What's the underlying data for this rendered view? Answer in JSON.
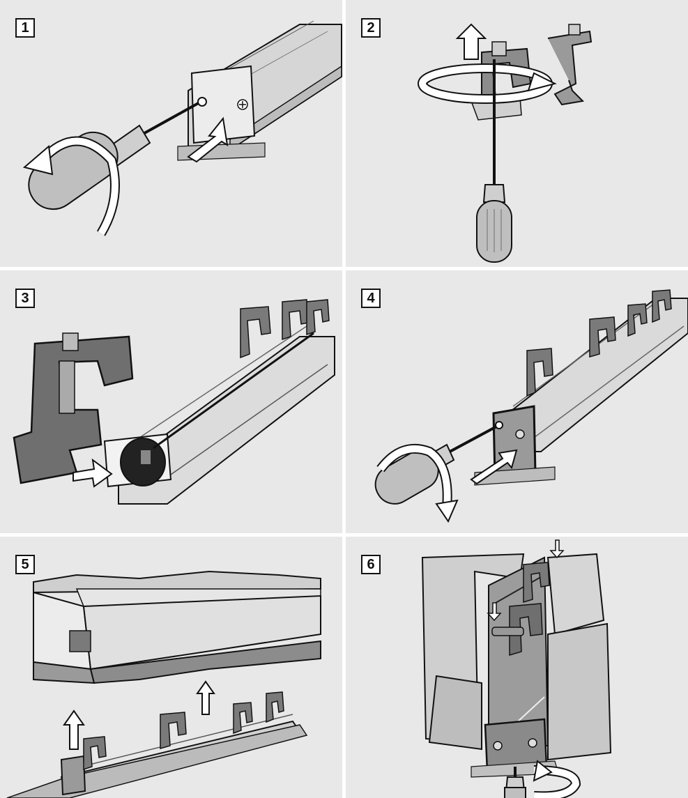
{
  "steps": [
    {
      "number": "1"
    },
    {
      "number": "2"
    },
    {
      "number": "3"
    },
    {
      "number": "4"
    },
    {
      "number": "5"
    },
    {
      "number": "6"
    }
  ],
  "colors": {
    "panel_background": "#e8e8e8",
    "rail": "#d9d9d9",
    "clamp_dark": "#6e6e6e",
    "endcap": "#9a9a9a",
    "arrow_fill": "#ffffff",
    "outline": "#111111"
  }
}
